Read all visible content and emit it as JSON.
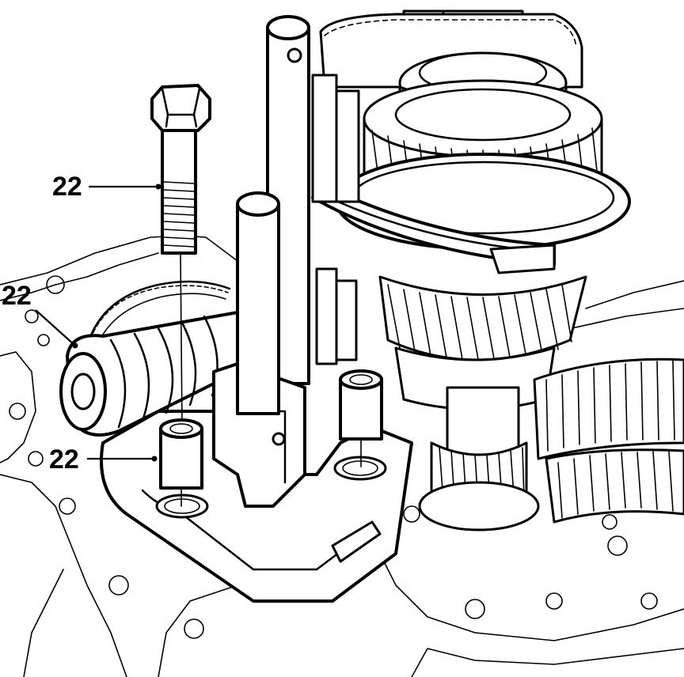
{
  "callouts": [
    {
      "id": "bolt",
      "text": "22"
    },
    {
      "id": "housing",
      "text": "22"
    },
    {
      "id": "dowel",
      "text": "22"
    }
  ],
  "colors": {
    "ink": "#000000",
    "paper": "#ffffff"
  }
}
